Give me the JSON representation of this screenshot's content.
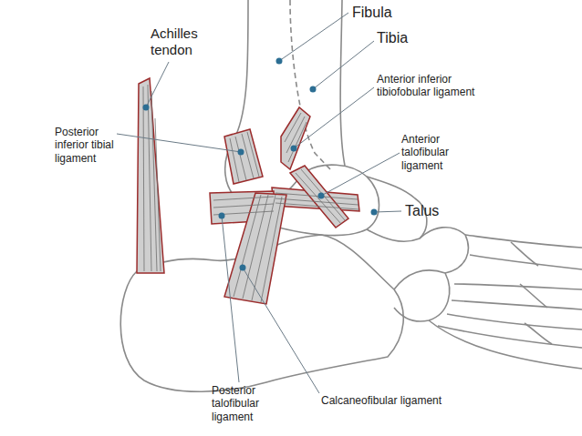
{
  "diagram": {
    "labels": [
      "Fibula",
      "Achilles tendon",
      "Tibia",
      "Anterior inferior tibiofobular ligament",
      "Posterior inferior tibial ligament",
      "Anterior talofibular ligament",
      "Talus",
      "Posterior talofibular ligament",
      "Calcaneofibular ligament"
    ]
  }
}
